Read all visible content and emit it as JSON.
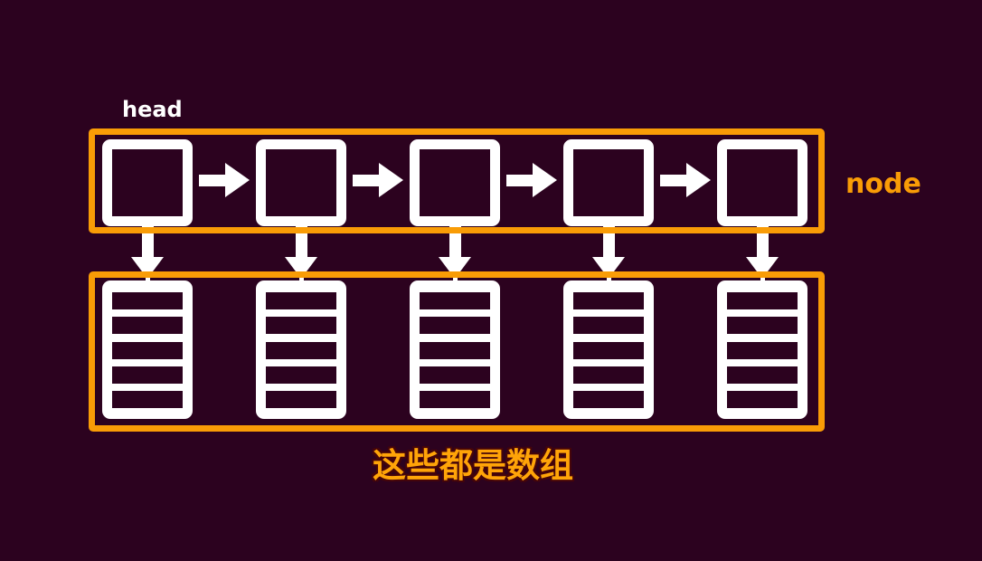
{
  "colors": {
    "background": "#2c021f",
    "accent_orange": "#f99c06",
    "shape_white": "#ffffff",
    "caption_orange": "#ffa408"
  },
  "labels": {
    "head": "head",
    "node": "node",
    "caption": "这些都是数组"
  },
  "linked_list": {
    "node_count": 5,
    "next_pointer_arrow_count": 4,
    "down_arrow_count": 5
  },
  "arrays": {
    "count": 5,
    "cells_per_array": 5
  }
}
